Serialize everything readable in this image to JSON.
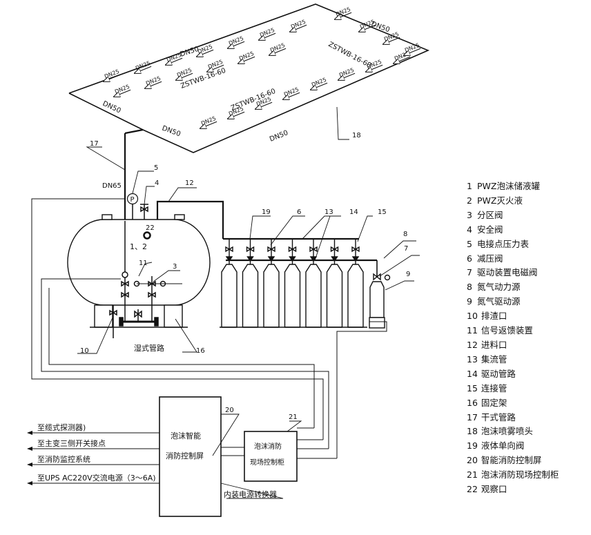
{
  "diagram": {
    "pipe_labels": {
      "dn50_a": "DN50",
      "dn50_b": "DN50",
      "dn50_c": "DN50",
      "dn50_d": "DN50",
      "dn50_e": "DN50",
      "dn65": "DN65",
      "dn25": "DN25",
      "nozzle_a": "ZSTWB-16-60",
      "nozzle_b": "ZSTWB-16-60",
      "nozzle_c": "ZSTWB-16-60"
    },
    "tank_label": "1、2",
    "pressure_gauge": "P",
    "wet_pipe_label": "湿式管路",
    "fixed_power_label": "内装电源转换器",
    "panel": {
      "line1": "泡沫智能",
      "line2": "消防控制屏"
    },
    "cabinet": {
      "line1": "泡沫消防",
      "line2": "现场控制柜"
    },
    "connections": [
      "至缆式探测器)",
      "至主变三侧开关接点",
      "至消防监控系统",
      "至UPS AC220V交流电源（3～6A)"
    ],
    "callouts": {
      "c3": "3",
      "c4": "4",
      "c5": "5",
      "c6": "6",
      "c7": "7",
      "c8": "8",
      "c9": "9",
      "c10": "10",
      "c11": "11",
      "c12": "12",
      "c13": "13",
      "c14": "14",
      "c15": "15",
      "c16": "16",
      "c17": "17",
      "c18": "18",
      "c19": "19",
      "c20": "20",
      "c21": "21",
      "c22": "22"
    }
  },
  "legend": [
    {
      "num": "1",
      "text": "PWZ泡沫储液罐"
    },
    {
      "num": "2",
      "text": "PWZ灭火液"
    },
    {
      "num": "3",
      "text": "分区阀"
    },
    {
      "num": "4",
      "text": "安全阀"
    },
    {
      "num": "5",
      "text": "电接点压力表"
    },
    {
      "num": "6",
      "text": "减压阀"
    },
    {
      "num": "7",
      "text": "驱动装置电磁阀"
    },
    {
      "num": "8",
      "text": "氮气动力源"
    },
    {
      "num": "9",
      "text": "氮气驱动源"
    },
    {
      "num": "10",
      "text": "排渣口"
    },
    {
      "num": "11",
      "text": "信号返馈装置"
    },
    {
      "num": "12",
      "text": "进料口"
    },
    {
      "num": "13",
      "text": "集流管"
    },
    {
      "num": "14",
      "text": "驱动管路"
    },
    {
      "num": "15",
      "text": "连接管"
    },
    {
      "num": "16",
      "text": "固定架"
    },
    {
      "num": "17",
      "text": "干式管路"
    },
    {
      "num": "18",
      "text": "泡沫喷雾喷头"
    },
    {
      "num": "19",
      "text": "液体单向阀"
    },
    {
      "num": "20",
      "text": "智能消防控制屏"
    },
    {
      "num": "21",
      "text": "泡沫消防现场控制柜"
    },
    {
      "num": "22",
      "text": "观察口"
    }
  ]
}
